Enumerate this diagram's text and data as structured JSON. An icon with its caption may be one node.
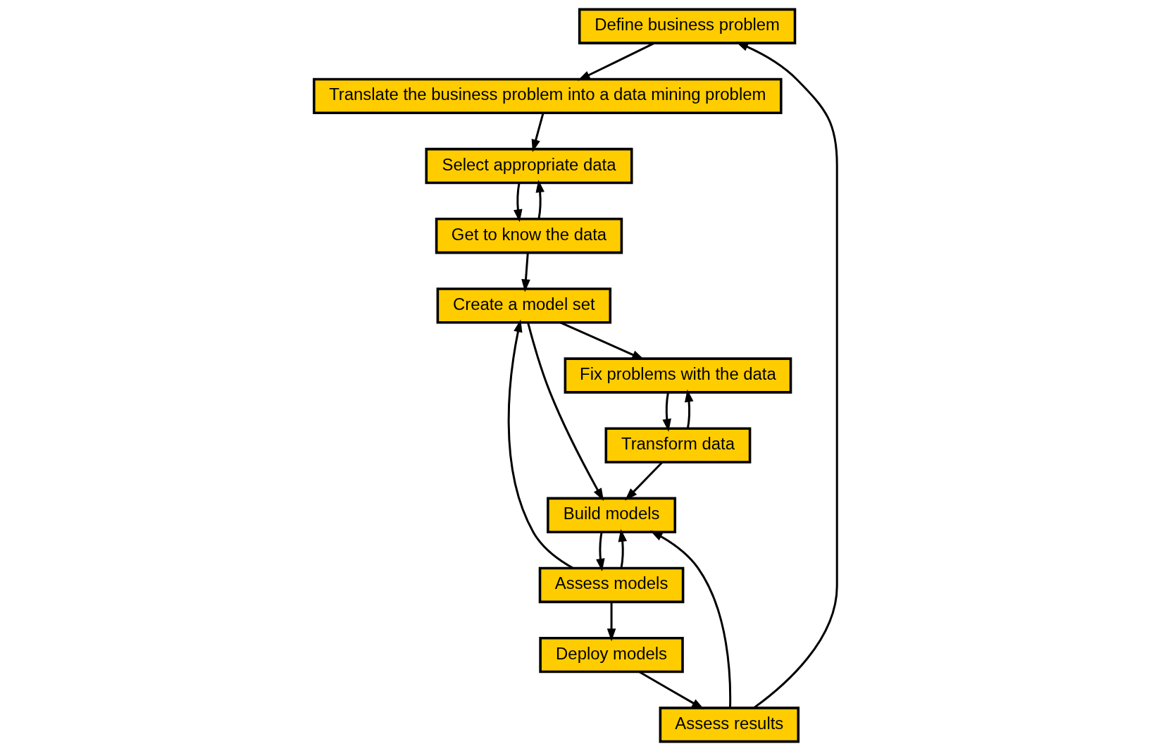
{
  "diagram": {
    "nodes": [
      {
        "text": [
          "Define business problem"
        ]
      },
      {
        "text": [
          "Translate the business problem into a data mining problem"
        ]
      },
      {
        "text": [
          "Select appropriate data"
        ]
      },
      {
        "text": [
          "Get to know the data"
        ]
      },
      {
        "text": [
          "Create a model set"
        ]
      },
      {
        "text": [
          "Fix problems with the data"
        ]
      },
      {
        "text": [
          "Transform data"
        ]
      },
      {
        "text": [
          "Build models"
        ]
      },
      {
        "text": [
          "Assess models"
        ]
      },
      {
        "text": [
          "Deploy models"
        ]
      },
      {
        "text": [
          "Assess results"
        ]
      }
    ],
    "edges": [
      {
        "from": 0,
        "to": 1,
        "arrow": "to"
      },
      {
        "from": 1,
        "to": 2,
        "arrow": "to"
      },
      {
        "from": 2,
        "to": 3,
        "arrow": "to"
      },
      {
        "from": 3,
        "to": 2,
        "arrow": "to"
      },
      {
        "from": 3,
        "to": 4,
        "arrow": "to"
      },
      {
        "from": 4,
        "to": 5,
        "arrow": "to"
      },
      {
        "from": 5,
        "to": 6,
        "arrow": "to"
      },
      {
        "from": 6,
        "to": 5,
        "arrow": "to"
      },
      {
        "from": 6,
        "to": 7,
        "arrow": "to"
      },
      {
        "from": 4,
        "to": 7,
        "arrow": "to"
      },
      {
        "from": 7,
        "to": 8,
        "arrow": "to"
      },
      {
        "from": 8,
        "to": 7,
        "arrow": "to"
      },
      {
        "from": 8,
        "to": 4,
        "arrow": "to"
      },
      {
        "from": 10,
        "to": 7,
        "arrow": "to"
      },
      {
        "from": 8,
        "to": 9,
        "arrow": "to"
      },
      {
        "from": 9,
        "to": 10,
        "arrow": "to"
      },
      {
        "from": 10,
        "to": 0,
        "arrow": "to"
      }
    ]
  }
}
